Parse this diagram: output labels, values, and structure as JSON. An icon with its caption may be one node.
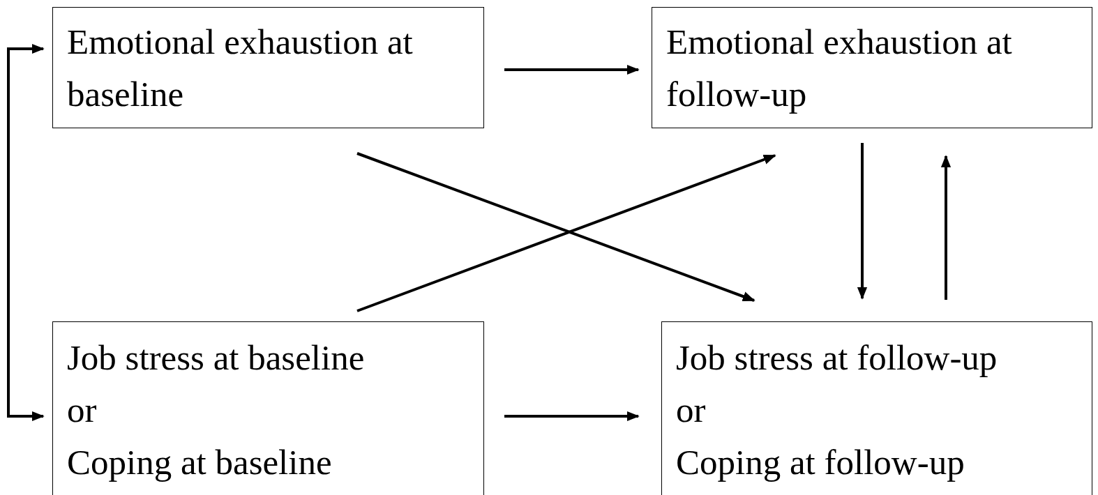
{
  "diagram": {
    "nodes": [
      {
        "text": [
          "Emotional exhaustion at baseline"
        ]
      },
      {
        "text": [
          "Emotional exhaustion at follow-up"
        ]
      },
      {
        "text": [
          "Job stress at baseline",
          "or",
          "Coping at baseline"
        ]
      },
      {
        "text": [
          "Job stress at follow-up",
          "or",
          "Coping at follow-up"
        ]
      }
    ],
    "edges": [
      {
        "from": 0,
        "to": 1,
        "arrow": "to"
      },
      {
        "from": 0,
        "to": 3,
        "arrow": "to"
      },
      {
        "from": 2,
        "to": 1,
        "arrow": "to"
      },
      {
        "from": 1,
        "to": 3,
        "arrow": "to"
      },
      {
        "from": 3,
        "to": 1,
        "arrow": "to"
      },
      {
        "from": 2,
        "to": 3,
        "arrow": "to"
      },
      {
        "from": 0,
        "to": 2,
        "arrow": "both"
      }
    ]
  }
}
